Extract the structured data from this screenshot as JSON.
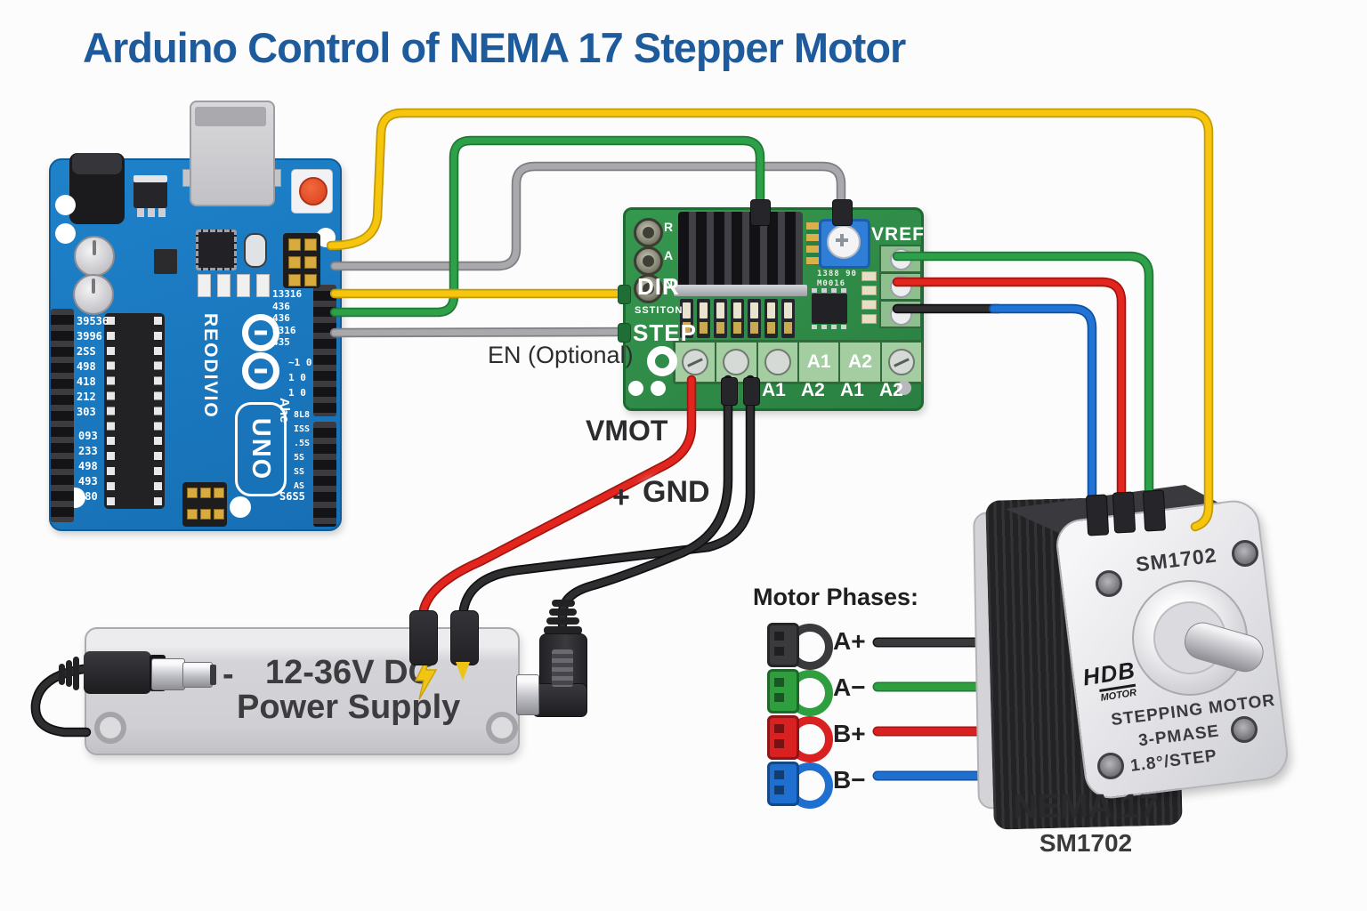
{
  "title": "Arduino Control of NEMA 17 Stepper Motor",
  "colors": {
    "title": "#1e5b9c",
    "arduino_board": "#1b79c0",
    "driver_board": "#2e8b4a",
    "supply_body": "#d6d6d9",
    "motor_plate": "#e9e9ec",
    "wire_yellow": "#f6c50e",
    "wire_green": "#2ea04a",
    "wire_gray": "#a9a9ad",
    "wire_red": "#e3251f",
    "wire_black": "#2e2e30",
    "wire_blue": "#2273d6"
  },
  "arduino": {
    "brand": "REODIVIO",
    "model": "UNO",
    "analog_label": "Ahe",
    "bottom_code": "S6S5",
    "right_pins": [
      "13316",
      "436",
      "436",
      "4316",
      "435"
    ],
    "right_pins_mid": [
      "~1 0",
      "1 0",
      "1 0"
    ],
    "right_pins2": [
      "8L8",
      "ISS",
      ".5S",
      "5S",
      "SS",
      "AS"
    ],
    "left_pins": [
      "39536",
      "3996",
      "2SS",
      "498",
      "418",
      "212",
      "303"
    ],
    "left_pins2": [
      "093",
      "233",
      "498",
      "493",
      "180"
    ]
  },
  "driver": {
    "dir_label": "DIR",
    "sub_label": "SSTITON",
    "step_label": "STEP",
    "vref_label": "VREF",
    "left_terminal_labels": [
      "R",
      "A",
      "N"
    ],
    "block_labels": [
      "A1",
      "A2"
    ],
    "bottom_labels": [
      "A1",
      "A2",
      "A1",
      "A2"
    ],
    "smd_text1": "1388 90",
    "smd_text2": "M0016"
  },
  "annotations": {
    "en": "EN (Optional)",
    "vmot": "VMOT",
    "plus": "+",
    "gnd": "GND"
  },
  "power_supply": {
    "minus": "-",
    "voltage": "12-36V DC",
    "name": "Power Supply"
  },
  "motor_phases": {
    "title": "Motor Phases:",
    "items": [
      {
        "label": "A+",
        "color": "#3a3a3c"
      },
      {
        "label": "A−",
        "color": "#2f9e3f"
      },
      {
        "label": "B+",
        "color": "#d92121"
      },
      {
        "label": "B−",
        "color": "#1f6fd0"
      }
    ]
  },
  "motor": {
    "plate_model": "SM1702",
    "logo_top": "HDB",
    "logo_bottom": "MOTOR",
    "spec_line1": "STEPPING MOTOR",
    "spec_line2": "3-PMASE",
    "spec_line3": "1.8°/STEP",
    "caption": "NEMA 17",
    "caption_model": "SM1702"
  }
}
